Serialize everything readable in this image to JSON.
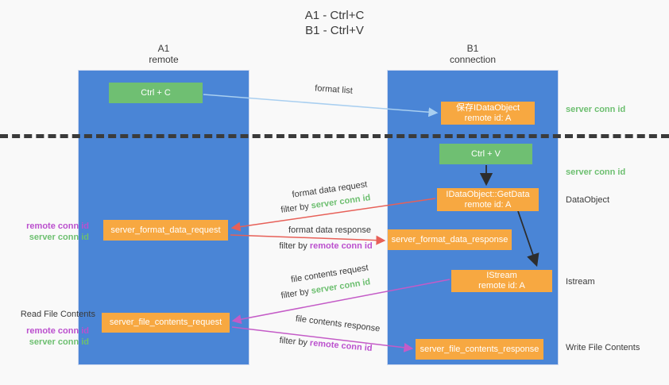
{
  "title": {
    "line1": "A1 - Ctrl+C",
    "line2": "B1 - Ctrl+V"
  },
  "lanes": {
    "a1": {
      "name": "A1",
      "subtitle": "remote"
    },
    "b1": {
      "name": "B1",
      "subtitle": "connection"
    }
  },
  "boxes": {
    "ctrl_c": "Ctrl + C",
    "ctrl_v": "Ctrl + V",
    "save_idataobject": {
      "line1": "保存IDataObject",
      "line2": "remote id: A"
    },
    "getdata": {
      "line1": "IDataObject::GetData",
      "line2": "remote id: A"
    },
    "istream": {
      "line1": "IStream",
      "line2": "remote id: A"
    },
    "server_format_data_request": "server_format_data_request",
    "server_format_data_response": "server_format_data_response",
    "server_file_contents_request": "server_file_contents_request",
    "server_file_contents_response": "server_file_contents_response"
  },
  "side_labels": {
    "server_conn_id_top": "server conn id",
    "server_conn_id_mid": "server conn id",
    "dataobject": "DataObject",
    "istream": "Istream",
    "write_file_contents": "Write File Contents",
    "read_file_contents": "Read File Contents",
    "remote_conn_id_fmt": "remote conn id",
    "server_conn_id_fmt": "server conn id",
    "remote_conn_id_file": "remote conn id",
    "server_conn_id_file": "server conn id"
  },
  "arrow_labels": {
    "format_list": "format list",
    "format_data_request": "format data request",
    "format_data_response": "format data response",
    "file_contents_request": "file contents request",
    "file_contents_response": "file contents response",
    "filter_by": "filter by ",
    "server_conn_id": "server conn id",
    "remote_conn_id": "remote conn id"
  },
  "colors": {
    "lane_blue": "#4a85d6",
    "box_green": "#6fbf72",
    "box_orange": "#f7a841",
    "arrow_red": "#e76058",
    "arrow_purple": "#c45bc7",
    "arrow_lightblue": "#a9cff0",
    "arrow_black": "#2d2d2d",
    "text_green": "#6dbf70",
    "text_purple": "#bb50ce",
    "background": "#f9f9f9"
  }
}
